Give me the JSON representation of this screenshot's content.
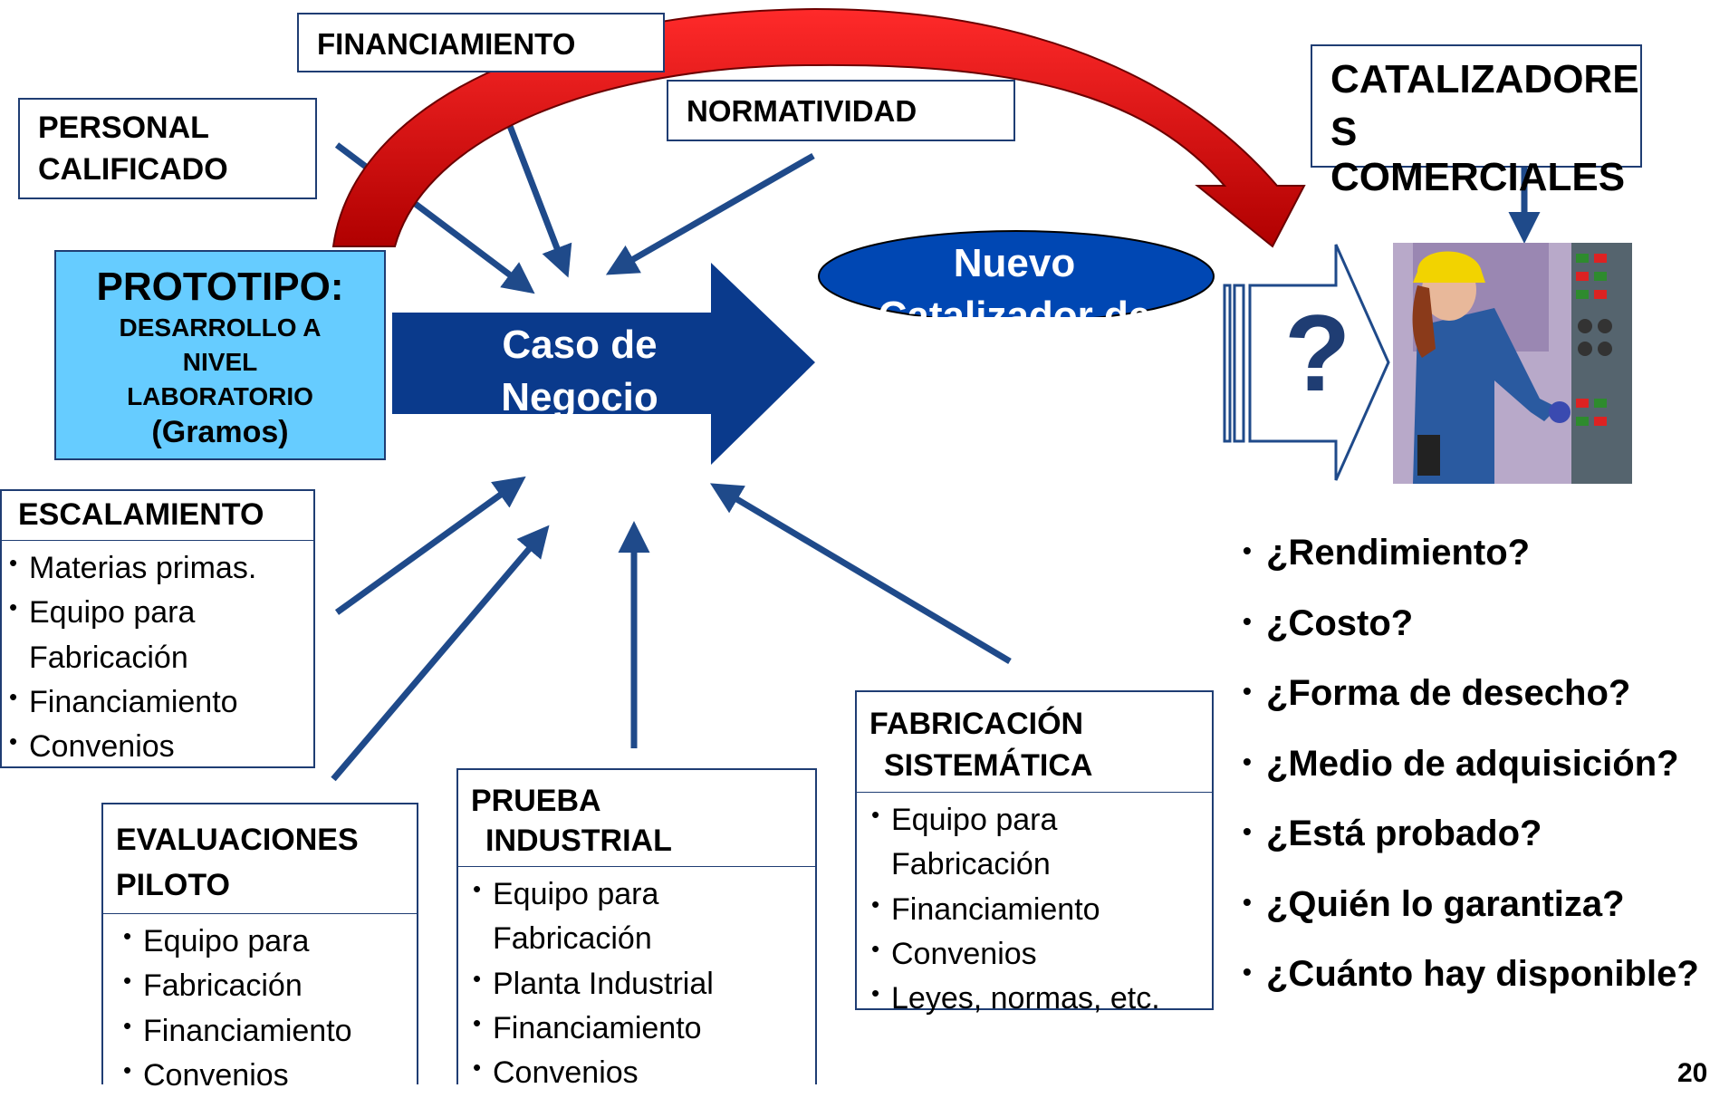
{
  "top_boxes": {
    "financiamiento": "FINANCIAMIENTO",
    "normatividad": "NORMATIVIDAD",
    "personal_line1": "PERSONAL",
    "personal_line2": "CALIFICADO",
    "catalizadores_line1": "CATALIZADORE",
    "catalizadores_line2": "S COMERCIALES"
  },
  "prototipo": {
    "title": "PROTOTIPO:",
    "line1": "DESARROLLO A",
    "line2": "NIVEL",
    "line3": "LABORATORIO",
    "line4": "(Gramos)"
  },
  "center_arrow": {
    "line1": "Caso de",
    "line2": "Negocio"
  },
  "ellipse": {
    "line1": "Nuevo",
    "line2": "Catalizador de"
  },
  "question_mark": "?",
  "escalamiento": {
    "title": "ESCALAMIENTO",
    "items": [
      "Materias primas.",
      "Equipo para Fabricación",
      "Financiamiento",
      "Convenios"
    ]
  },
  "evaluaciones": {
    "title_line1": "EVALUACIONES",
    "title_line2": "PILOTO",
    "items": [
      "Equipo para",
      "Fabricación",
      "Financiamiento",
      "Convenios"
    ]
  },
  "prueba": {
    "title_line1": "PRUEBA",
    "title_line2": "INDUSTRIAL",
    "items": [
      "Equipo para Fabricación",
      "Planta Industrial",
      "Financiamiento",
      "Convenios"
    ]
  },
  "fabricacion": {
    "title_line1": "FABRICACIÓN",
    "title_line2": "SISTEMÁTICA",
    "items": [
      "Equipo para Fabricación",
      "Financiamiento",
      "Convenios",
      "Leyes, normas, etc."
    ]
  },
  "questions": [
    "¿Rendimiento?",
    "¿Costo?",
    "¿Forma de desecho?",
    "¿Medio de adquisición?",
    "¿Está probado?",
    "¿Quién lo garantiza?",
    "¿Cuánto hay disponible?"
  ],
  "page_number": "20",
  "colors": {
    "arrow_blue": "#1f4a8a",
    "dark_blue": "#0a3a8c",
    "ellipse_blue": "#0047b3",
    "prototipo_bg": "#66ccff",
    "red_arrow": "#dd1111"
  }
}
